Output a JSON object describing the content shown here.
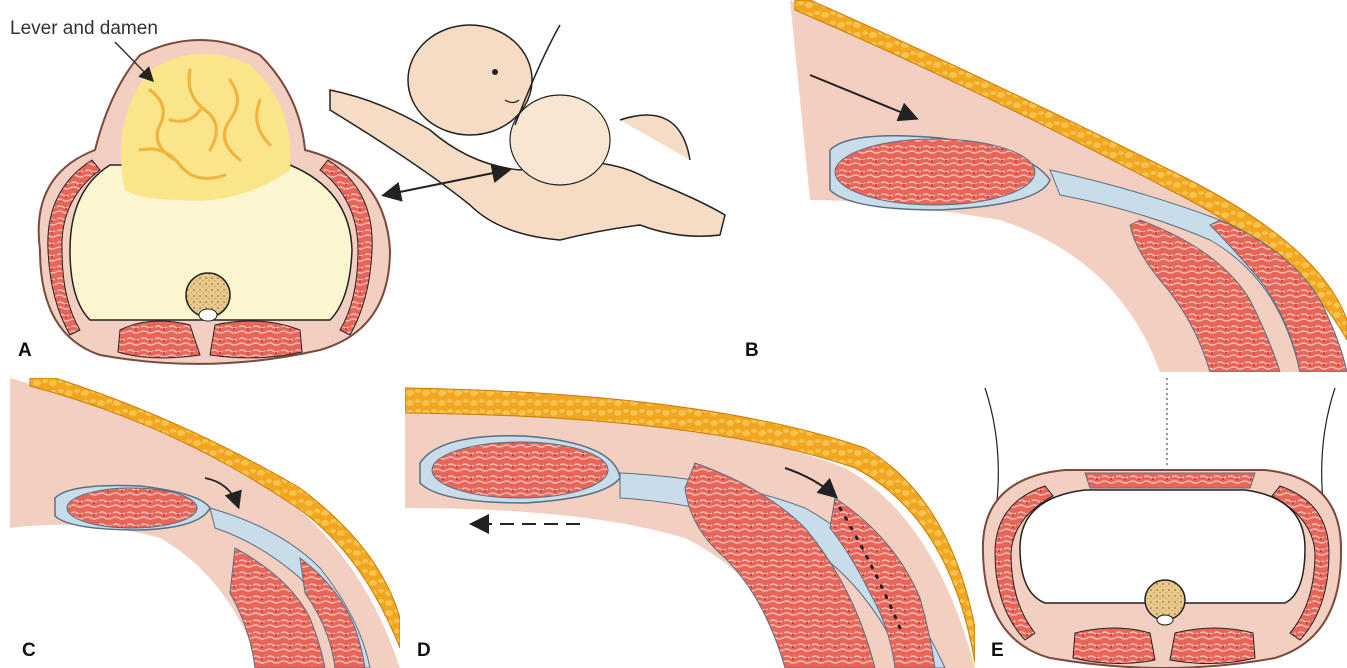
{
  "figure": {
    "callout_label": "Lever and damen",
    "panels": [
      {
        "id": "A",
        "letter": "A"
      },
      {
        "id": "B",
        "letter": "B"
      },
      {
        "id": "C",
        "letter": "C"
      },
      {
        "id": "D",
        "letter": "D"
      },
      {
        "id": "E",
        "letter": "E"
      }
    ]
  },
  "colors": {
    "skin": "#f3cfc1",
    "skin_edge": "#7a4a3c",
    "fat": "#f0a21c",
    "fat_dark": "#c77c08",
    "muscle": "#e0564c",
    "muscle_light": "#f6b2a6",
    "fascia": "#c8dcea",
    "fascia_edge": "#5a6f80",
    "cavity": "#fbf6cf",
    "liver": "#fbe58a",
    "liver_vessel": "#f3b239",
    "vertebra": "#e5c98c",
    "baby_skin": "#f6dcc4",
    "line": "#222222"
  }
}
